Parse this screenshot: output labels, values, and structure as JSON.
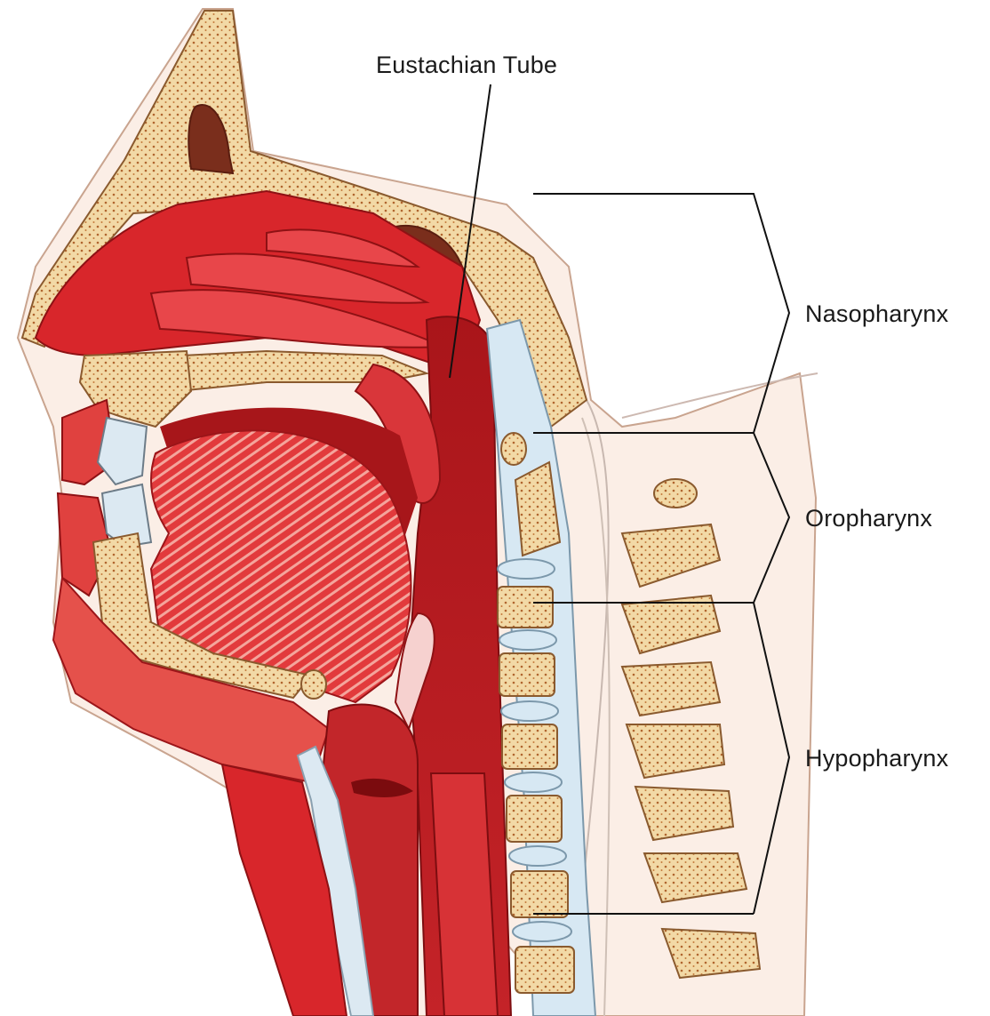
{
  "labels": {
    "eustachian_tube": "Eustachian Tube",
    "nasopharynx": "Nasopharynx",
    "oropharynx": "Oropharynx",
    "hypopharynx": "Hypopharynx"
  },
  "colors": {
    "flesh_red": "#d8262b",
    "deep_red": "#9e1216",
    "cavity_red": "#b81c20",
    "bone": "#f4dcae",
    "bone_dot": "#a8602c",
    "cartilage_blue": "#d7e8f3",
    "skin": "#fbeee6",
    "line": "#111111"
  }
}
